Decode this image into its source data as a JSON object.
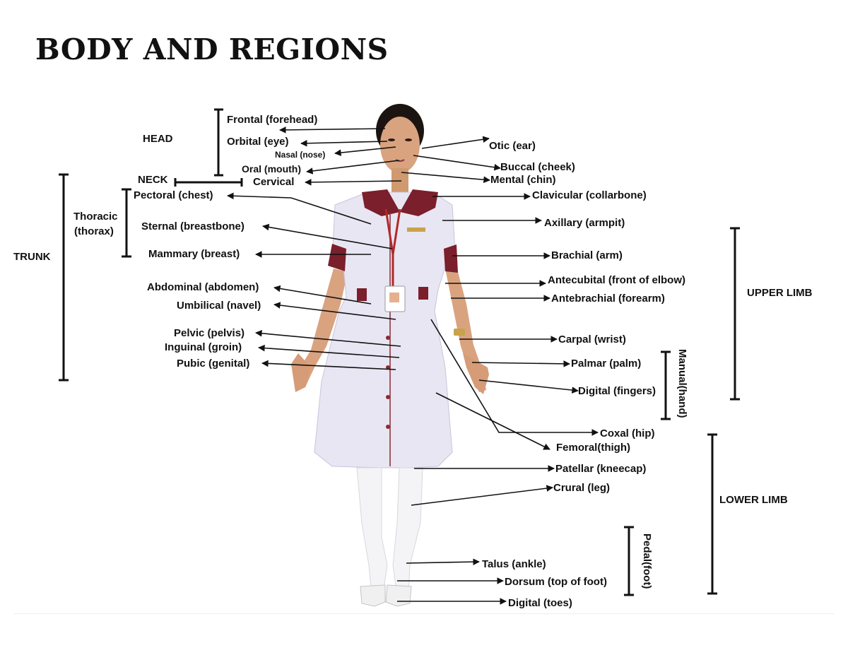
{
  "title": "BODY AND REGIONS",
  "groups": {
    "head": "HEAD",
    "neck": "NECK",
    "trunk": "TRUNK",
    "thoracic": [
      "Thoracic",
      "(thorax)"
    ],
    "upper_limb": "UPPER LIMB",
    "lower_limb": "LOWER LIMB",
    "manual": "Manual(hand)",
    "pedal": "Pedal(foot)"
  },
  "labels": {
    "frontal": "Frontal (forehead)",
    "orbital": "Orbital (eye)",
    "nasal": "Nasal (nose)",
    "oral": "Oral (mouth)",
    "cervical": "Cervical",
    "pectoral": "Pectoral (chest)",
    "sternal": "Sternal (breastbone)",
    "mammary": "Mammary (breast)",
    "abdominal": "Abdominal (abdomen)",
    "umbilical": "Umbilical (navel)",
    "pelvic": "Pelvic (pelvis)",
    "inguinal": "Inguinal (groin)",
    "pubic": "Pubic (genital)",
    "otic": "Otic (ear)",
    "buccal": "Buccal (cheek)",
    "mental": "Mental (chin)",
    "clavicular": "Clavicular (collarbone)",
    "axillary": "Axillary (armpit)",
    "brachial": "Brachial (arm)",
    "antecubital": "Antecubital (front of elbow)",
    "antebrachial": "Antebrachial (forearm)",
    "carpal": "Carpal (wrist)",
    "palmar": "Palmar (palm)",
    "digital_fingers": "Digital (fingers)",
    "coxal": "Coxal (hip)",
    "femoral": "Femoral(thigh)",
    "patellar": "Patellar (kneecap)",
    "crural": "Crural (leg)",
    "talus": "Talus (ankle)",
    "dorsum": "Dorsum (top of foot)",
    "digital_toes": "Digital (toes)"
  },
  "colors": {
    "ink": "#111111",
    "uniform": "#e8e6f2",
    "uniform_trim": "#7a1f2b",
    "skin": "#d9a37f",
    "hair": "#1c1410",
    "stockings": "#f4f4f6"
  }
}
